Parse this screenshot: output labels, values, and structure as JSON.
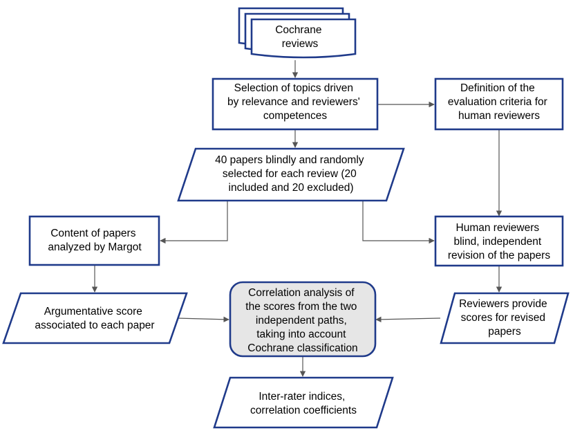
{
  "nodes": {
    "cochrane_reviews": {
      "lines": [
        "Cochrane",
        "reviews"
      ],
      "shape": "document-stack"
    },
    "topic_selection": {
      "lines": [
        "Selection of topics driven",
        "by relevance and reviewers'",
        "competences"
      ],
      "shape": "rectangle"
    },
    "evaluation_criteria": {
      "lines": [
        "Definition of the",
        "evaluation criteria for",
        "human reviewers"
      ],
      "shape": "rectangle"
    },
    "paper_selection": {
      "lines": [
        "40 papers blindly and randomly",
        "selected for each review (20",
        "included and 20 excluded)"
      ],
      "shape": "parallelogram"
    },
    "margot_analysis": {
      "lines": [
        "Content of papers",
        "analyzed by Margot"
      ],
      "shape": "rectangle"
    },
    "human_revision": {
      "lines": [
        "Human reviewers",
        "blind, independent",
        "revision of the papers"
      ],
      "shape": "rectangle"
    },
    "argumentative_score": {
      "lines": [
        "Argumentative score",
        "associated to each paper"
      ],
      "shape": "parallelogram"
    },
    "correlation_analysis": {
      "lines": [
        "Correlation analysis of",
        "the scores from the two",
        "independent paths,",
        "taking into account",
        "Cochrane classification"
      ],
      "shape": "rounded-rectangle"
    },
    "reviewer_scores": {
      "lines": [
        "Reviewers provide",
        "scores for revised",
        "papers"
      ],
      "shape": "parallelogram"
    },
    "inter_rater": {
      "lines": [
        "Inter-rater indices,",
        "correlation coefficients"
      ],
      "shape": "parallelogram"
    }
  },
  "edges": [
    {
      "from": "cochrane_reviews",
      "to": "topic_selection"
    },
    {
      "from": "topic_selection",
      "to": "evaluation_criteria"
    },
    {
      "from": "topic_selection",
      "to": "paper_selection"
    },
    {
      "from": "paper_selection",
      "to": "margot_analysis"
    },
    {
      "from": "paper_selection",
      "to": "human_revision"
    },
    {
      "from": "evaluation_criteria",
      "to": "human_revision"
    },
    {
      "from": "margot_analysis",
      "to": "argumentative_score"
    },
    {
      "from": "human_revision",
      "to": "reviewer_scores"
    },
    {
      "from": "argumentative_score",
      "to": "correlation_analysis"
    },
    {
      "from": "reviewer_scores",
      "to": "correlation_analysis"
    },
    {
      "from": "correlation_analysis",
      "to": "inter_rater"
    }
  ],
  "colors": {
    "box_border": "#1f3a8a",
    "box_fill": "#ffffff",
    "highlight_fill": "#e6e6e6",
    "highlight_border": "#1f3a8a",
    "arrow": "#555555",
    "text": "#000000"
  }
}
